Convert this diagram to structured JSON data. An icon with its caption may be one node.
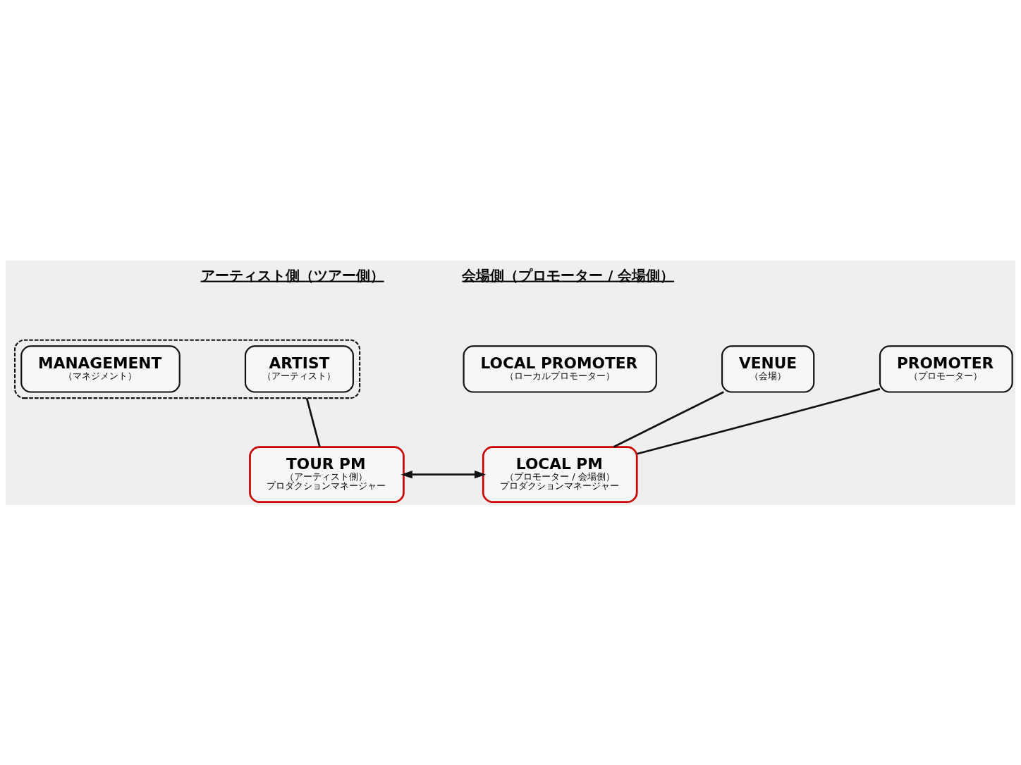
{
  "diagram": {
    "nodes": [
      {
        "text": [],
        "shape": "box"
      },
      {
        "text": [
          "ARTIST",
          "（アーティスト）"
        ],
        "in": 0
      },
      {
        "text": [
          "MANAGEMENT",
          "（マネジメント）"
        ],
        "in": 0
      },
      {
        "text": [
          "PROMOTER",
          "（プロモーター）"
        ]
      },
      {
        "text": [
          "LOCAL PROMOTER",
          "（ローカルプロモーター）"
        ]
      },
      {
        "text": [
          "VENUE",
          "（会場）"
        ]
      },
      {
        "text": [
          "TOUR PM",
          "（アーティスト側）",
          "プロダクションマネージャー"
        ]
      },
      {
        "text": [
          "LOCAL PM",
          "（プロモーター / 会場側）",
          "プロダクションマネージャー"
        ]
      }
    ],
    "edges": [
      {
        "from": 0,
        "to": 6,
        "arrow": "none"
      },
      {
        "from": 3,
        "to": 7,
        "arrow": "none"
      },
      {
        "from": 5,
        "to": 7,
        "arrow": "none"
      },
      {
        "from": 6,
        "to": 7,
        "arrow": "both"
      }
    ],
    "labels": [
      "アーティスト側（ツアー側）",
      "会場側（プロモーター / 会場側）"
    ]
  }
}
